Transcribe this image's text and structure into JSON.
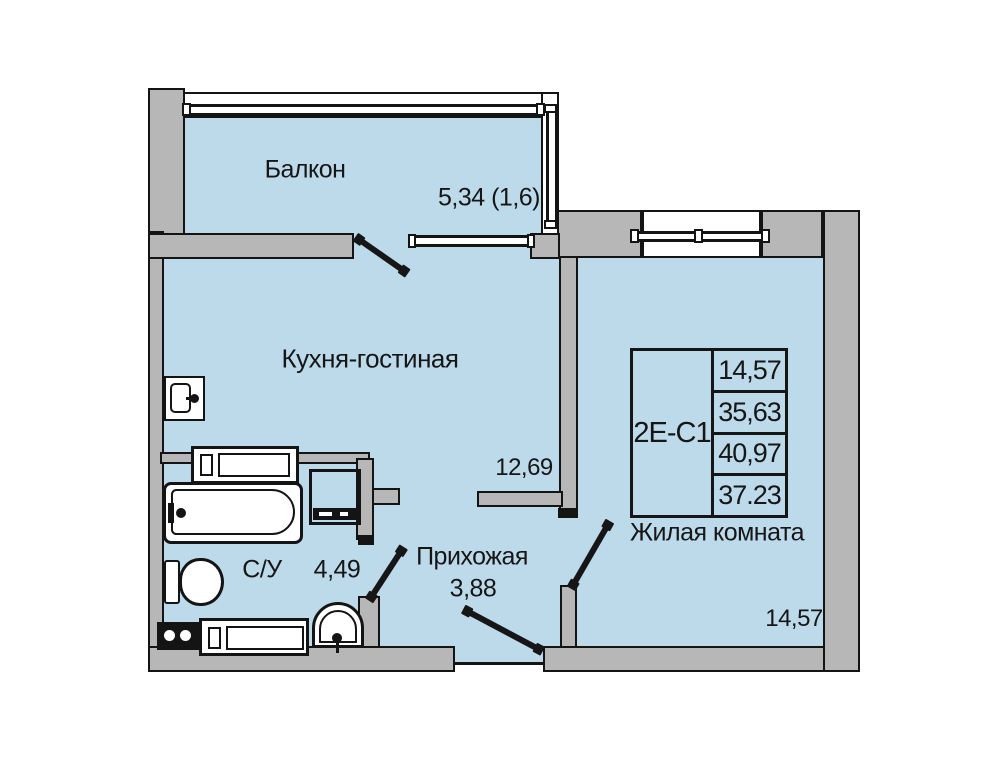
{
  "plan": {
    "type": "apartment-floor-plan",
    "colors": {
      "room_fill": "#bcdaea",
      "wall_fill": "#b7b7b7",
      "line": "#141414",
      "background": "#ffffff"
    },
    "rooms": {
      "balcony": {
        "name": "Балкон",
        "area": "5,34 (1,6)"
      },
      "kitchen_living": {
        "name": "Кухня-гостиная",
        "area": "12,69"
      },
      "bathroom": {
        "name": "С/У",
        "area": "4,49"
      },
      "hallway": {
        "name": "Прихожая",
        "area": "3,88"
      },
      "living_room": {
        "name": "Жилая комната",
        "area": "14,57"
      }
    },
    "spec_table": {
      "unit_code": "2Е-С1",
      "values": [
        "14,57",
        "35,63",
        "40,97",
        "37.23"
      ]
    }
  }
}
